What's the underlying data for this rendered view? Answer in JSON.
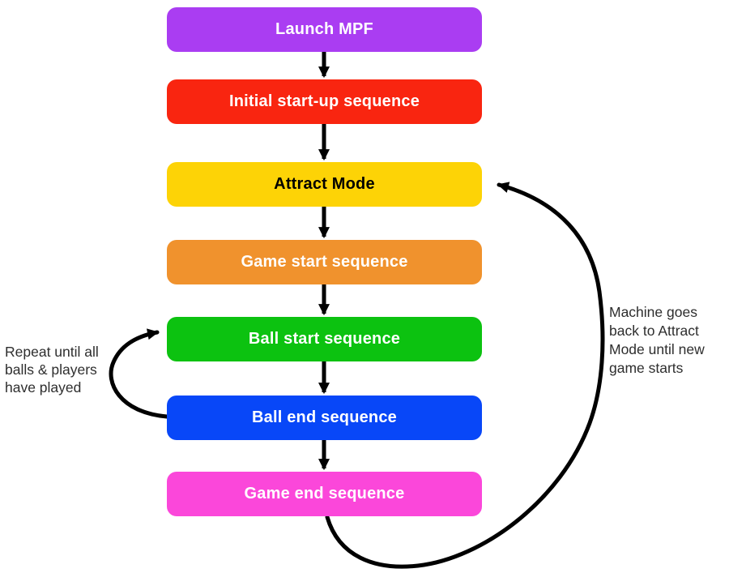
{
  "flowchart": {
    "arrow_color": "#000000",
    "background_color": "#ffffff",
    "note_color": "#2e2e2e",
    "nodes": [
      {
        "id": "launch-mpf",
        "label": "Launch MPF",
        "color": "#aa3df2",
        "text_color": "#ffffff"
      },
      {
        "id": "initial-startup",
        "label": "Initial start-up sequence",
        "color": "#f92510",
        "text_color": "#ffffff"
      },
      {
        "id": "attract-mode",
        "label": "Attract Mode",
        "color": "#fdd306",
        "text_color": "#000000"
      },
      {
        "id": "game-start",
        "label": "Game start sequence",
        "color": "#f0922d",
        "text_color": "#ffffff"
      },
      {
        "id": "ball-start",
        "label": "Ball start sequence",
        "color": "#0cc210",
        "text_color": "#ffffff"
      },
      {
        "id": "ball-end",
        "label": "Ball end sequence",
        "color": "#0847f8",
        "text_color": "#ffffff"
      },
      {
        "id": "game-end",
        "label": "Game end sequence",
        "color": "#fb47da",
        "text_color": "#ffffff"
      }
    ],
    "edges": [
      {
        "from": "Launch MPF",
        "to": "Initial start-up sequence"
      },
      {
        "from": "Initial start-up sequence",
        "to": "Attract Mode"
      },
      {
        "from": "Attract Mode",
        "to": "Game start sequence"
      },
      {
        "from": "Game start sequence",
        "to": "Ball start sequence"
      },
      {
        "from": "Ball start sequence",
        "to": "Ball end sequence"
      },
      {
        "from": "Ball end sequence",
        "to": "Game end sequence"
      },
      {
        "from": "Ball end sequence",
        "to": "Ball start sequence",
        "label": "Repeat until all balls & players have played"
      },
      {
        "from": "Game end sequence",
        "to": "Attract Mode",
        "label": "Machine goes back to Attract Mode until new game starts"
      }
    ],
    "notes": {
      "repeat_loop": "Repeat until all\nballs & players\nhave played",
      "return_loop": "Machine goes\nback to Attract\nMode until new\ngame starts"
    }
  }
}
